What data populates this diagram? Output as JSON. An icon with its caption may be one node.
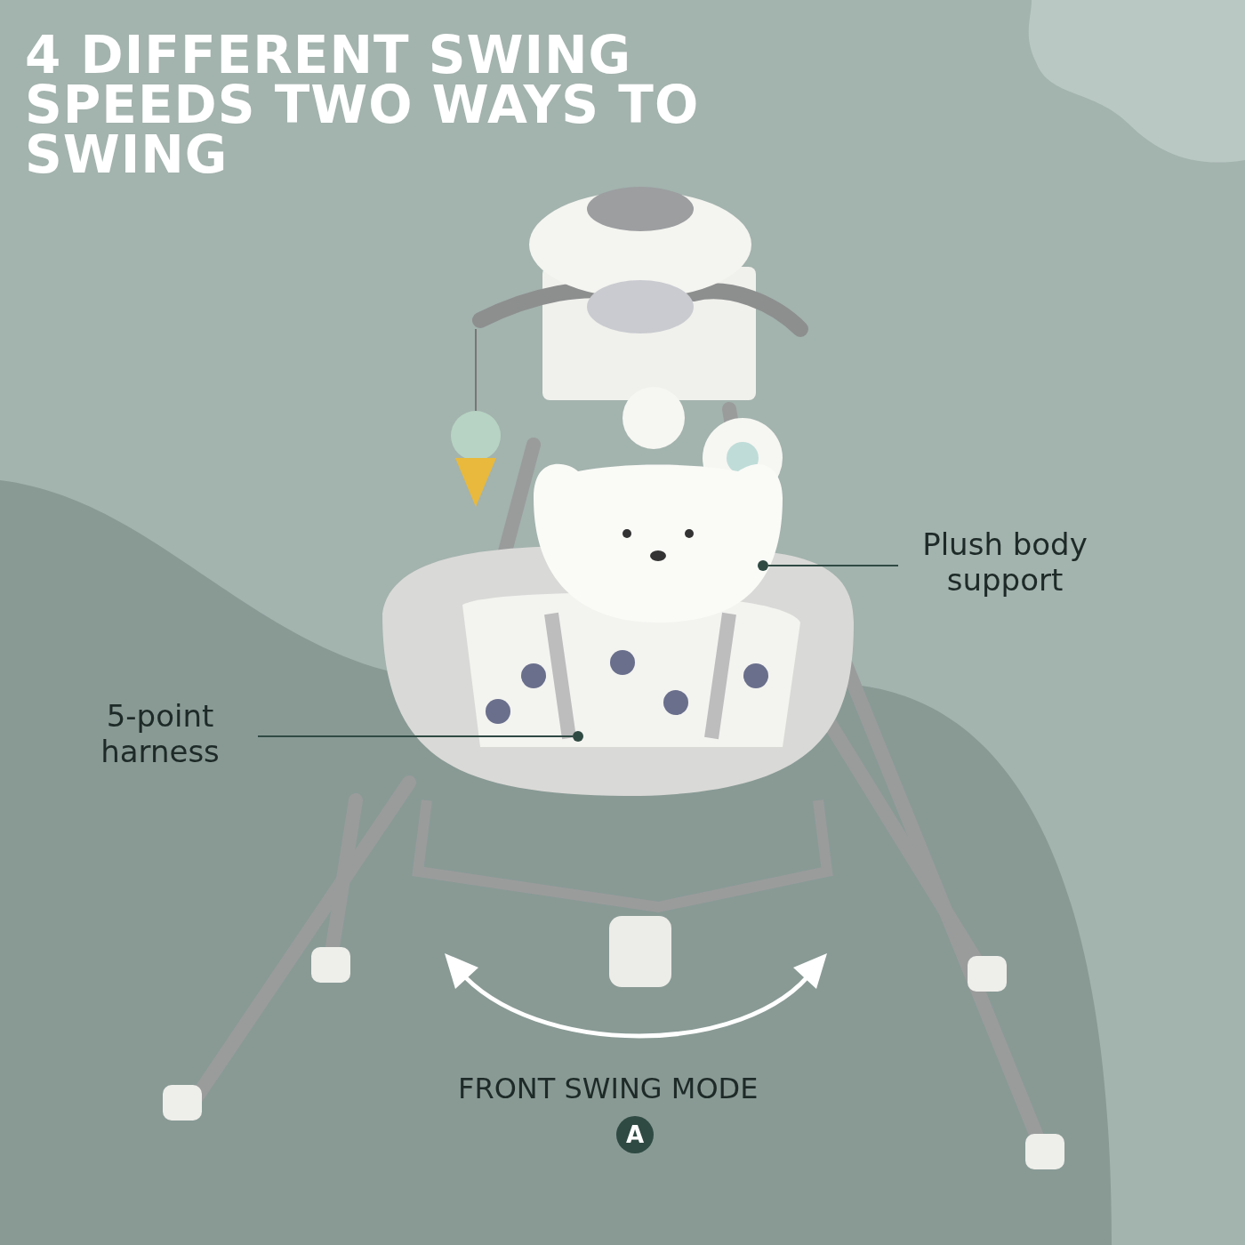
{
  "diagram": {
    "title": "4 DIFFERENT SWING SPEEDS TWO WAYS TO SWING",
    "nodes": [
      {
        "text": [
          "Plush body support"
        ]
      },
      {
        "text": [],
        "shape": "circle"
      },
      {
        "text": [
          "5-point harness"
        ]
      },
      {
        "text": [],
        "shape": "circle"
      }
    ],
    "edges": [
      {
        "from": 0,
        "to": 1,
        "arrow": "none"
      },
      {
        "from": 2,
        "to": 3,
        "arrow": "none"
      }
    ],
    "labels": [
      "FRONT SWING MODE",
      "A"
    ]
  }
}
